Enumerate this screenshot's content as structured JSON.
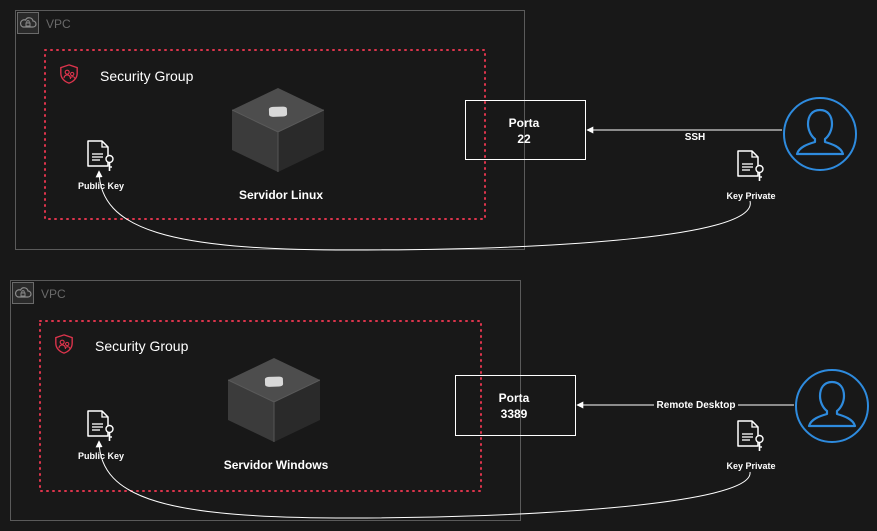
{
  "diagram": {
    "vpcs": [
      {
        "vpc_label": "VPC",
        "security_group_label": "Security Group",
        "server_label": "Servidor Linux",
        "public_key_label": "Public Key",
        "port_title": "Porta",
        "port_number": "22",
        "connection_label": "SSH",
        "private_key_label": "Key Private"
      },
      {
        "vpc_label": "VPC",
        "security_group_label": "Security Group",
        "server_label": "Servidor Windows",
        "public_key_label": "Public Key",
        "port_title": "Porta",
        "port_number": "3389",
        "connection_label": "Remote Desktop",
        "private_key_label": "Key Private"
      }
    ],
    "colors": {
      "background": "#181818",
      "vpc_border": "#5a5a5a",
      "security_group_border": "#dd344c",
      "user_icon": "#2e8bde",
      "connector": "#ffffff"
    },
    "icons": {
      "vpc": "cloud-lock-icon",
      "security_group": "shield-users-icon",
      "server": "instance-cube-icon",
      "key": "key-document-icon",
      "user": "user-icon"
    }
  }
}
